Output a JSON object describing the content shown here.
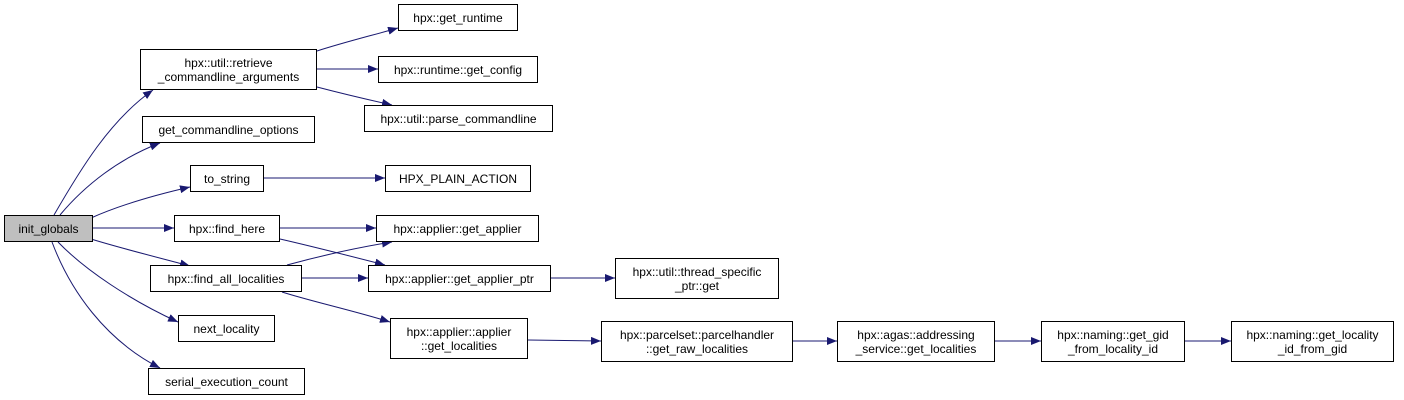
{
  "colors": {
    "edge": "#191970",
    "root_fill": "#bfbfbf",
    "node_fill": "#ffffff",
    "node_border": "#000000"
  },
  "nodes": {
    "init_globals": [
      "init_globals"
    ],
    "retrieve_cmdline": [
      "hpx::util::retrieve",
      "_commandline_arguments"
    ],
    "get_cmdline_options": [
      "get_commandline_options"
    ],
    "to_string": [
      "to_string"
    ],
    "find_here": [
      "hpx::find_here"
    ],
    "find_all_localities": [
      "hpx::find_all_localities"
    ],
    "next_locality": [
      "next_locality"
    ],
    "serial_execution_count": [
      "serial_execution_count"
    ],
    "get_runtime": [
      "hpx::get_runtime"
    ],
    "get_config": [
      "hpx::runtime::get_config"
    ],
    "parse_commandline": [
      "hpx::util::parse_commandline"
    ],
    "plain_action": [
      "HPX_PLAIN_ACTION"
    ],
    "get_applier": [
      "hpx::applier::get_applier"
    ],
    "get_applier_ptr": [
      "hpx::applier::get_applier_ptr"
    ],
    "applier_get_localities": [
      "hpx::applier::applier",
      "::get_localities"
    ],
    "thread_specific_get": [
      "hpx::util::thread_specific",
      "_ptr::get"
    ],
    "get_raw_localities": [
      "hpx::parcelset::parcelhandler",
      "::get_raw_localities"
    ],
    "agas_get_localities": [
      "hpx::agas::addressing",
      "_service::get_localities"
    ],
    "get_gid_from_locality_id": [
      "hpx::naming::get_gid",
      "_from_locality_id"
    ],
    "get_locality_id_from_gid": [
      "hpx::naming::get_locality",
      "_id_from_gid"
    ]
  },
  "edges": [
    [
      "init_globals",
      "retrieve_cmdline"
    ],
    [
      "init_globals",
      "get_cmdline_options"
    ],
    [
      "init_globals",
      "to_string"
    ],
    [
      "init_globals",
      "find_here"
    ],
    [
      "init_globals",
      "find_all_localities"
    ],
    [
      "init_globals",
      "next_locality"
    ],
    [
      "init_globals",
      "serial_execution_count"
    ],
    [
      "retrieve_cmdline",
      "get_runtime"
    ],
    [
      "retrieve_cmdline",
      "get_config"
    ],
    [
      "retrieve_cmdline",
      "parse_commandline"
    ],
    [
      "to_string",
      "plain_action"
    ],
    [
      "find_here",
      "get_applier"
    ],
    [
      "find_here",
      "get_applier_ptr"
    ],
    [
      "find_all_localities",
      "get_applier"
    ],
    [
      "find_all_localities",
      "get_applier_ptr"
    ],
    [
      "find_all_localities",
      "applier_get_localities"
    ],
    [
      "get_applier_ptr",
      "thread_specific_get"
    ],
    [
      "applier_get_localities",
      "get_raw_localities"
    ],
    [
      "get_raw_localities",
      "agas_get_localities"
    ],
    [
      "agas_get_localities",
      "get_gid_from_locality_id"
    ],
    [
      "get_gid_from_locality_id",
      "get_locality_id_from_gid"
    ]
  ]
}
